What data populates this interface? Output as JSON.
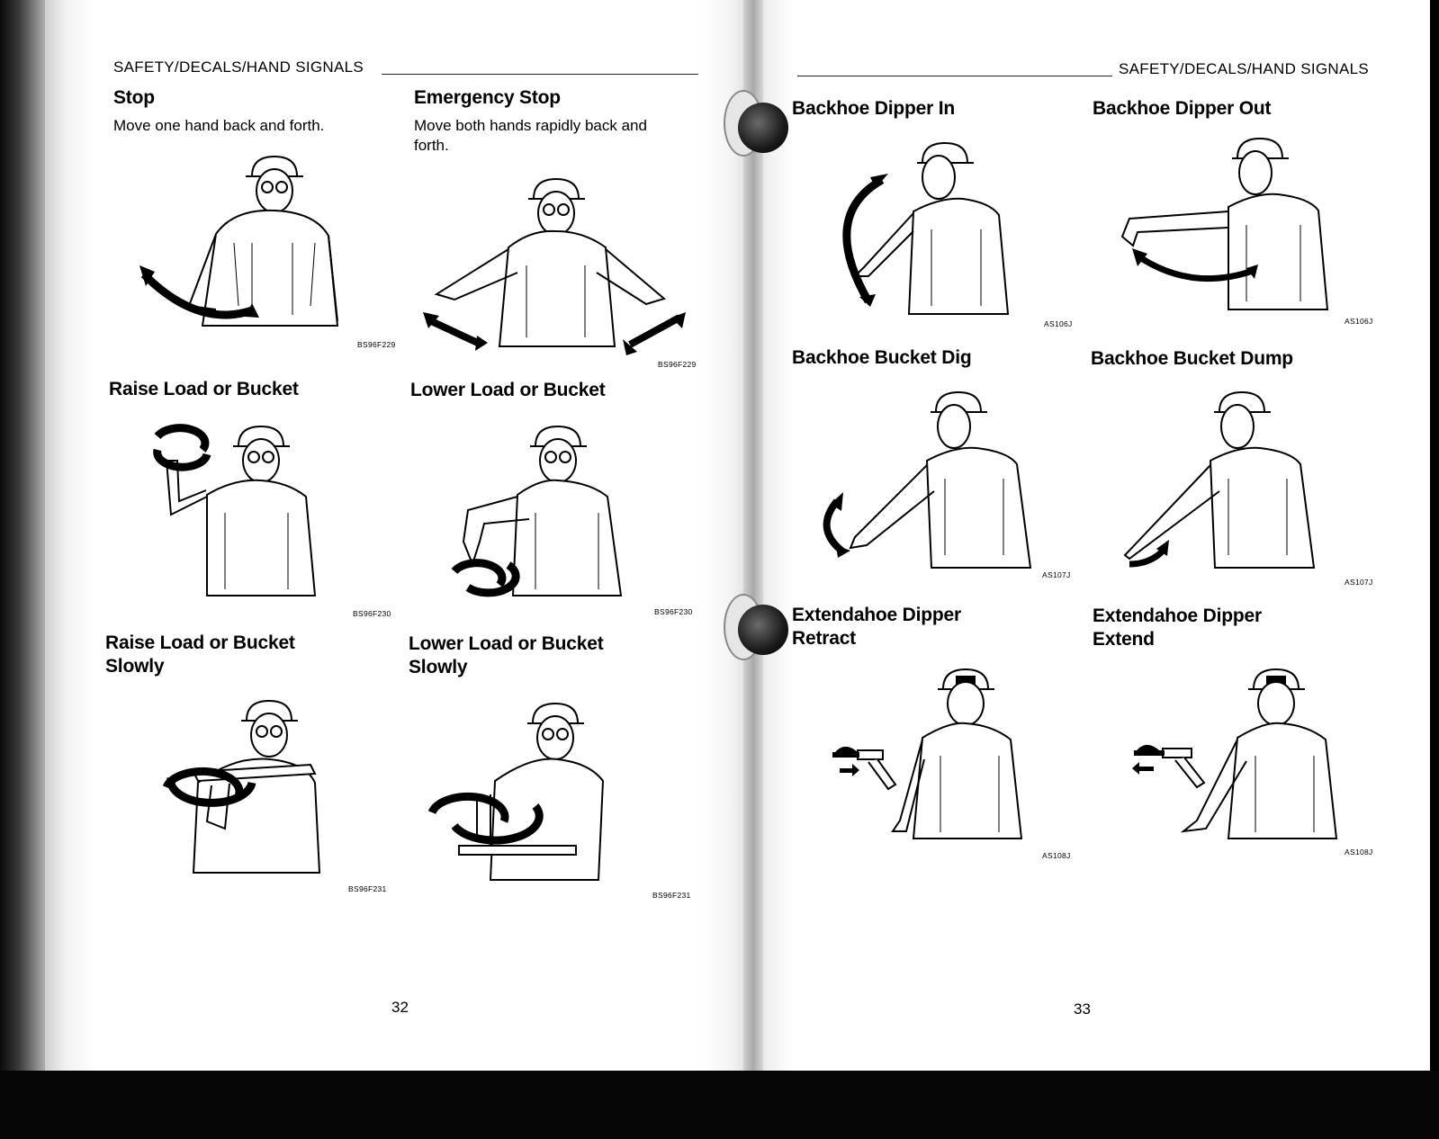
{
  "header": {
    "left": "SAFETY/DECALS/HAND SIGNALS",
    "right": "SAFETY/DECALS/HAND SIGNALS"
  },
  "signals": [
    {
      "title": "Stop",
      "description": "Move one hand back and forth.",
      "code": "BS96F229",
      "gesture": "one-hand-back-forth"
    },
    {
      "title": "Emergency Stop",
      "description": "Move both hands rapidly back and forth.",
      "code": "BS96F229",
      "gesture": "both-hands-back-forth"
    },
    {
      "title": "Raise Load or Bucket",
      "description": "",
      "code": "BS96F230",
      "gesture": "finger-up-circle"
    },
    {
      "title": "Lower Load or Bucket",
      "description": "",
      "code": "BS96F230",
      "gesture": "finger-down-circle"
    },
    {
      "title": "Raise Load or Bucket Slowly",
      "description": "",
      "code": "BS96F231",
      "gesture": "hand-over-finger-up"
    },
    {
      "title": "Lower Load or Bucket Slowly",
      "description": "",
      "code": "BS96F231",
      "gesture": "hand-under-finger-down"
    },
    {
      "title": "Backhoe Dipper In",
      "description": "",
      "code": "AS106J",
      "gesture": "arm-swing-in"
    },
    {
      "title": "Backhoe Dipper Out",
      "description": "",
      "code": "AS106J",
      "gesture": "arm-swing-out"
    },
    {
      "title": "Backhoe Bucket Dig",
      "description": "",
      "code": "AS107J",
      "gesture": "arm-extended-curl"
    },
    {
      "title": "Backhoe Bucket Dump",
      "description": "",
      "code": "AS107J",
      "gesture": "arm-extended-open"
    },
    {
      "title": "Extendahoe Dipper Retract",
      "description": "",
      "code": "AS108J",
      "gesture": "thumb-in"
    },
    {
      "title": "Extendahoe Dipper Extend",
      "description": "",
      "code": "AS108J",
      "gesture": "thumb-out"
    }
  ],
  "page_numbers": {
    "left": "32",
    "right": "33"
  }
}
